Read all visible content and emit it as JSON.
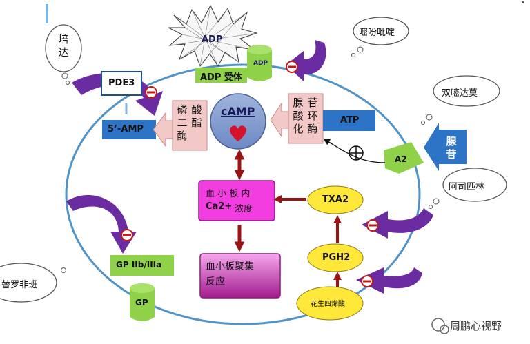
{
  "cell": {
    "cAMP": "cAMP",
    "ADP_spiky": "ADP",
    "ADP_receptor_label": "ADP 受体",
    "ADP_receptor_small": "ADP",
    "pyrimidine_drug": "嘧吩吡啶",
    "PDE3": "PDE3",
    "cilostazol": "培达",
    "AMP5": "5’-AMP",
    "phosphodiesterase_col1": "磷二酶",
    "phosphodiesterase_col2": "酸酯",
    "adenylate_col1": "腺酸化",
    "adenylate_col2": "苷环酶",
    "ATP": "ATP",
    "dipyridamole": "双嘧达莫",
    "A2": "A2",
    "adenosine": "腺苷",
    "calcium_line1": "血 小 板 内",
    "calcium_line2_a": "Ca2+",
    "calcium_line2_b": "浓度",
    "TXA2": "TXA2",
    "aspirin": "阿司匹林",
    "PGH2": "PGH2",
    "arachidonic": "花生四烯酸",
    "aggregation_line1": "血小板聚集",
    "aggregation_line2": "反应",
    "GPIIbIIIa": "GP IIb/IIIa",
    "GP_small": "GP",
    "ticlopidine": "替罗非班",
    "watermark": "周鹏心视野"
  },
  "colors": {
    "purple": "#6a2ca0",
    "blue_box": "#2e74c6",
    "magenta": "#f23de0",
    "green": "#8fd24a",
    "yellow": "#ffe83a",
    "pink_box": "#f2c9c6",
    "dark_red": "#9b1414",
    "circle": "#4f93c9"
  }
}
